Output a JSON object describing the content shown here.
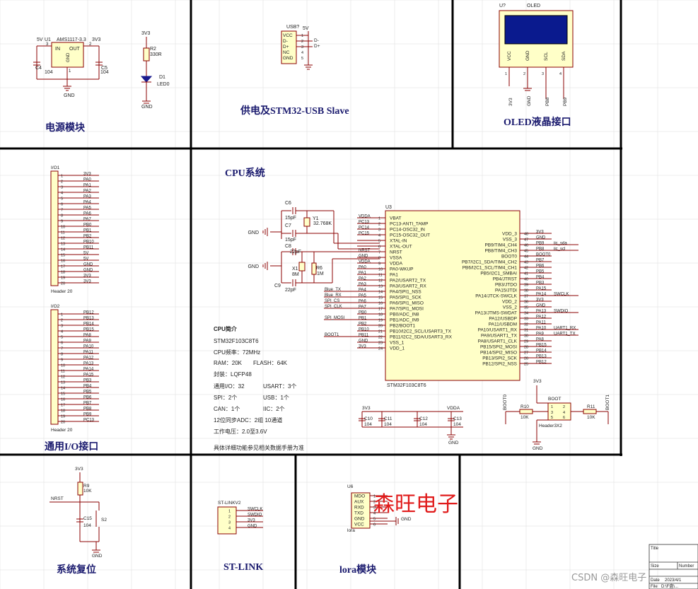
{
  "sections": {
    "power": "电源模块",
    "usb": "供电及STM32-USB Slave",
    "oled": "OLED液晶接口",
    "cpu": "CPU系统",
    "gpio": "通用I/O接口",
    "reset": "系统复位",
    "stlink": "ST-LINK",
    "lora": "lora模块"
  },
  "power": {
    "u1": "U1",
    "part": "AMS1117-3.3",
    "in_v": "5V",
    "out_v": "3V3",
    "in": "IN",
    "out": "OUT",
    "gnd": "GND",
    "pin_in": "3",
    "pin_out": "2",
    "pin_gnd": "1",
    "c4": "C4",
    "c4v": "104",
    "c5": "C5",
    "c5v": "104",
    "r2": "R2",
    "r2v": "330R",
    "d1": "D1",
    "d1v": "LED0",
    "led_v": "3V3",
    "gnd_label": "GND"
  },
  "usb": {
    "ref": "USB?",
    "v": "5V",
    "pins": [
      "VCC",
      "D-",
      "D+",
      "NC",
      "GND"
    ],
    "nets": [
      "D-",
      "D+"
    ],
    "nums": [
      "1",
      "2",
      "3",
      "4",
      "5"
    ]
  },
  "oled": {
    "ref": "U?",
    "title": "OLED",
    "pins": [
      "VCC",
      "GND",
      "SCL",
      "SDA"
    ],
    "nums": [
      "1",
      "2",
      "3",
      "4"
    ],
    "nets": [
      "3V3",
      "GND",
      "PB8",
      "PB9"
    ]
  },
  "header1": {
    "ref": "I/O1",
    "name": "Header 20",
    "nums": [
      "1",
      "2",
      "3",
      "4",
      "5",
      "6",
      "7",
      "8",
      "9",
      "10",
      "11",
      "12",
      "13",
      "14",
      "15",
      "16",
      "17",
      "18",
      "19",
      "20"
    ],
    "nets": [
      "3V3",
      "PA0",
      "PA1",
      "PA2",
      "PA3",
      "PA4",
      "PA5",
      "PA6",
      "PA7",
      "PB0",
      "PB1",
      "PB2",
      "PB10",
      "PB11",
      "5V",
      "5V",
      "GND",
      "GND",
      "3V3",
      "3V3"
    ]
  },
  "header2": {
    "ref": "I/O2",
    "name": "Header 20",
    "nums": [
      "1",
      "2",
      "3",
      "4",
      "5",
      "6",
      "7",
      "8",
      "9",
      "10",
      "11",
      "12",
      "13",
      "14",
      "15",
      "16",
      "17",
      "18",
      "19",
      "20"
    ],
    "nets": [
      "PB12",
      "PB13",
      "PB14",
      "PB15",
      "PA8",
      "PA9",
      "PA10",
      "PA11",
      "PA12",
      "PA13",
      "PA14",
      "PA15",
      "PB3",
      "PB4",
      "PB5",
      "PB6",
      "PB7",
      "PB8",
      "PB9",
      "PC13"
    ]
  },
  "mcu": {
    "ref": "U3",
    "name": "STM32F103C8T6",
    "left_pins": [
      "VBAT",
      "PC13-ANTI_TAMP",
      "PC14-OSC32_IN",
      "PC15-OSC32_OUT",
      "XTAL-IN",
      "XTAL-OUT",
      "NRST",
      "VSSA",
      "VDDA",
      "PA0-WKUP",
      "PA1",
      "PA2/USART2_TX",
      "PA3/USART2_RX",
      "PA4/SPI1_NSS",
      "PA5/SPI1_SCK",
      "PA6/SPI1_MISO",
      "PA7/SPI1_MOSI",
      "PB0/ADC_IN8",
      "PB1/ADC_IN9",
      "PB2/BOOT1",
      "PB10/I2C2_SCL/USART3_TX",
      "PB11/I2C2_SDA/USART3_RX",
      "VSS_1",
      "VDD_1"
    ],
    "left_nums": [
      "1",
      "2",
      "3",
      "4",
      "5",
      "6",
      "7",
      "8",
      "9",
      "10",
      "11",
      "12",
      "13",
      "14",
      "15",
      "16",
      "17",
      "18",
      "19",
      "20",
      "21",
      "22",
      "23",
      "24"
    ],
    "left_nets": [
      "VDDA",
      "PC13",
      "PC14",
      "PC15",
      "",
      "",
      "NRST",
      "GND",
      "VDDA",
      "PA0",
      "PA1",
      "PA2",
      "PA3",
      "PA4",
      "PA5",
      "PA6",
      "PA7",
      "PB0",
      "PB1",
      "PB2",
      "PB10",
      "PB11",
      "GND",
      "3V3"
    ],
    "right_pins": [
      "VDD_3",
      "VSS_3",
      "PB9/TIM4_CH4",
      "PB8/TIM4_CH3",
      "BOOT0",
      "PB7/I2C1_SDA/TIM4_CH2",
      "PB6/I2C1_SCL/TIM4_CH1",
      "PB5/I2C1_SMBAI",
      "PB4/JTRST",
      "PB3/JTDO",
      "PA15/JTDI",
      "PA14/JTCK-SWCLK",
      "VDD_2",
      "VSS_2",
      "PA13/JTMS-SWDAT",
      "PA12/USBDP",
      "PA11/USBDM",
      "PA10/USART1_RX",
      "PA9/USART1_TX",
      "PA8/USART1_CLK",
      "PB15/SPI2_MOSI",
      "PB14/SPI2_MISO",
      "PB13/SPI2_SCK",
      "PB12/SPI2_NSS"
    ],
    "right_nums": [
      "48",
      "47",
      "46",
      "45",
      "44",
      "43",
      "42",
      "41",
      "40",
      "39",
      "38",
      "37",
      "36",
      "35",
      "34",
      "33",
      "32",
      "31",
      "30",
      "29",
      "28",
      "27",
      "26",
      "25"
    ],
    "right_nets": [
      "3V3",
      "GND",
      "PB9",
      "PB8",
      "BOOT0",
      "PB7",
      "PB6",
      "PB5",
      "PB4",
      "PB3",
      "PA15",
      "PA14",
      "3V3",
      "GND",
      "PA13",
      "PA12",
      "PA11",
      "PA10",
      "PA9",
      "PA8",
      "PB15",
      "PB14",
      "PB13",
      "PB12"
    ],
    "right_tags": {
      "2": "iic_sda",
      "3": "iic_scl",
      "11": "SWCLK",
      "14": "SWDIO",
      "17": "UART1_RX",
      "18": "UART1_TX"
    },
    "left_tags": [
      "Blue_TX",
      "Blue_RX",
      "SPI_CS",
      "SPI_CLK",
      "SPI_MOSI",
      "BOOT1"
    ]
  },
  "crystal": {
    "c6": "C6",
    "c6v": "15pF",
    "c7": "C7",
    "c7v": "15pF",
    "y1": "Y1",
    "y1v": "32.768K",
    "c8": "C8",
    "c8v": "22pF",
    "c9": "C9",
    "c9v": "22pF",
    "x1": "X1",
    "x1v": "8M",
    "r6": "R6",
    "r6v": "1M",
    "gnd": "GND"
  },
  "cpu_info": {
    "title": "CPU简介",
    "lines": [
      "STM32F103C8T6",
      "CPU频率：72MHz",
      "RAM：20K",
      "FLASH：64K",
      "封装：LQFP48",
      "通用I/O：32",
      "USART：3个",
      "SPI：2个",
      "USB：1个",
      "CAN：1个",
      "IIC：2个",
      "12位同步ADC：2组  10通道",
      "工作电压：2.0至3.6V",
      "具体详细功能参见相关数据手册为准"
    ]
  },
  "decoupling": {
    "v1": "3V3",
    "v2": "VDDA",
    "caps": [
      "C10",
      "C11",
      "C12",
      "C13"
    ],
    "val": "104",
    "gnd": "GND"
  },
  "boot": {
    "ref": "BOOT",
    "v": "3V3",
    "name": "Header3X2",
    "r10": "R10",
    "r11": "R11",
    "rv": "10K",
    "net0": "BOOT0",
    "net1": "BOOT1",
    "gnd": "GND",
    "nums": [
      "1",
      "2",
      "3",
      "4",
      "5",
      "6"
    ]
  },
  "reset": {
    "v": "3V3",
    "r9": "R9",
    "r9v": "10K",
    "net": "NRST",
    "c": "C15",
    "cv": "104",
    "sw": "S2",
    "gnd": "GND"
  },
  "stlink": {
    "ref": "ST-LINKV2",
    "nums": [
      "1",
      "2",
      "3",
      "4"
    ],
    "nets": [
      "SWCLK",
      "SWDIO",
      "3V3",
      "GND"
    ]
  },
  "lora": {
    "ref": "U6",
    "name": "lora",
    "pins": [
      "MDO",
      "AUX",
      "RXD",
      "TXD",
      "GND",
      "VCC"
    ],
    "nums": [
      "1",
      "2",
      "3",
      "4",
      "5",
      "6"
    ],
    "gnd": "GND"
  },
  "watermark": "森旺电子",
  "csdn": "CSDN @森旺电子",
  "titleblock": {
    "title": "Title",
    "size": "Size",
    "number": "Number",
    "date_label": "Date",
    "date": "2023/4/1",
    "file_label": "File",
    "file": "D:\\F盘\\..."
  }
}
